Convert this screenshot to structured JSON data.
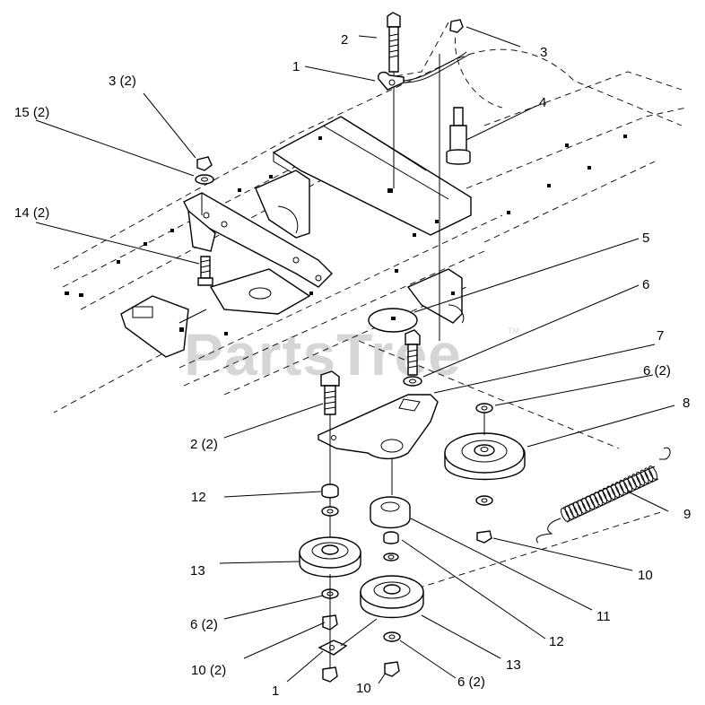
{
  "watermark": {
    "text": "PartsTree",
    "mark": "TM"
  },
  "callouts": {
    "c1_top": "1",
    "c2_top": "2",
    "c3_top": "3",
    "c3_2": "3 (2)",
    "c15_2": "15 (2)",
    "c4": "4",
    "c14_2": "14 (2)",
    "c5": "5",
    "c6": "6",
    "c7": "7",
    "c6_2_right": "6 (2)",
    "c8": "8",
    "c2_2": "2 (2)",
    "c9": "9",
    "c12_left": "12",
    "c13_left": "13",
    "c10_right": "10",
    "c11": "11",
    "c6_2_left": "6 (2)",
    "c12_mid": "12",
    "c10_2": "10 (2)",
    "c13_mid": "13",
    "c1_bottom": "1",
    "c10_bottom": "10",
    "c6_2_bottom": "6 (2)"
  }
}
